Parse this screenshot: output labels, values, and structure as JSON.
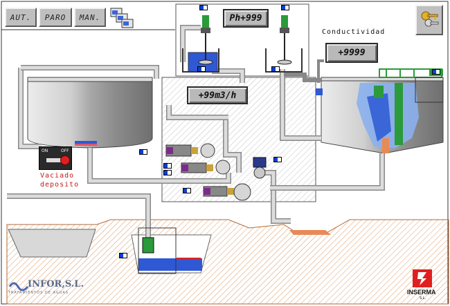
{
  "toolbar": {
    "auto_label": "AUT.",
    "stop_label": "PARO",
    "manual_label": "MAN.",
    "screens_icon": "windows-stack-icon",
    "access_icon": "keys-icon"
  },
  "displays": {
    "ph": "Ph+999",
    "flow": "+99m3/h",
    "conductivity_title": "Conductividad",
    "conductivity": "+9999"
  },
  "drain": {
    "label_line1": "Vaciado",
    "label_line2": "deposito",
    "switch_off": "OFF",
    "switch_on": "ON"
  },
  "logos": {
    "left_brand": "INFOR,S.L.",
    "left_sub": "TRATAMIENTOS DE AGUAS",
    "right_brand": "INSERMA",
    "right_sub": "S.L."
  },
  "colors": {
    "water": "#2f58d4",
    "light_water": "#8aa8e6",
    "sand": "#f0c39a",
    "pipe": "#c8c8c8",
    "pump_green": "#2a9a3a",
    "panel_bg": "#e8e8e8",
    "level_red": "#e02020"
  }
}
